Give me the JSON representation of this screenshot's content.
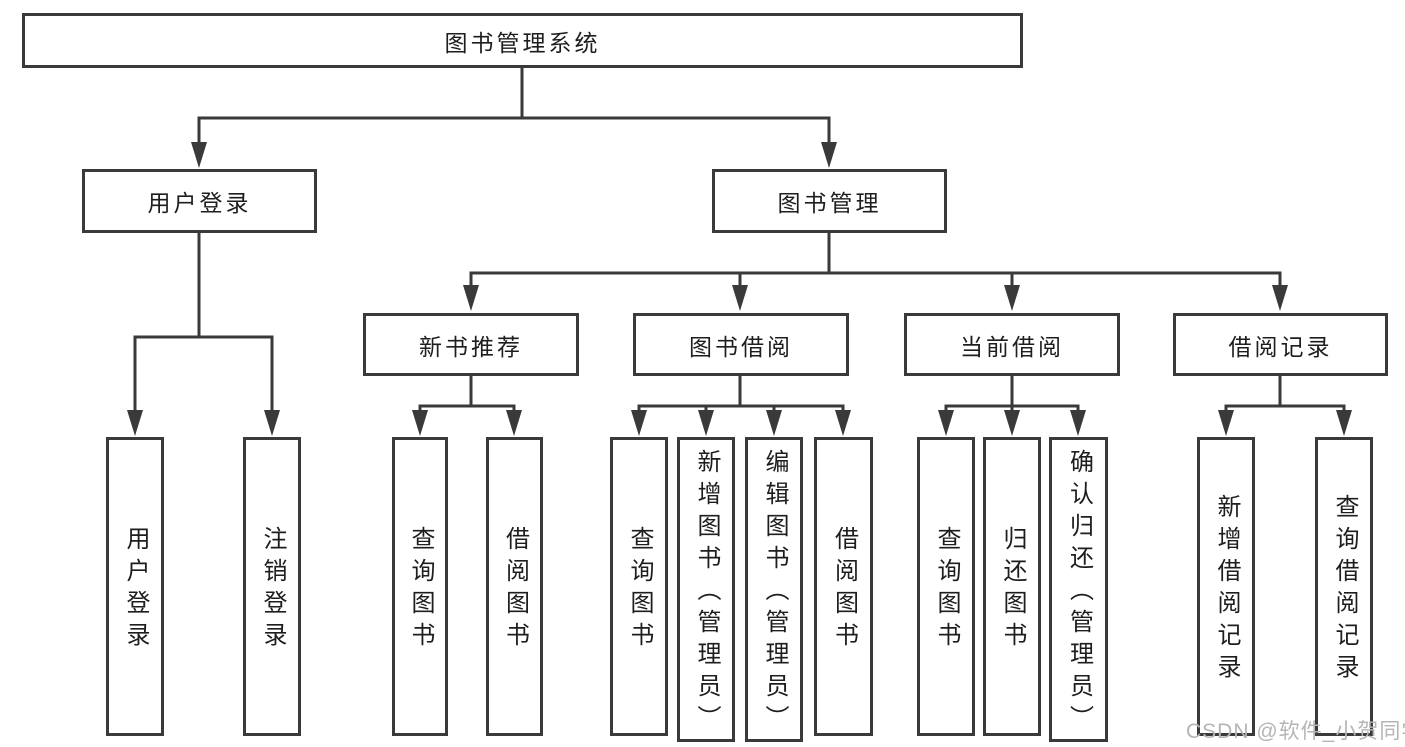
{
  "tree": {
    "root": {
      "label": "图书管理系统"
    },
    "branches": [
      {
        "label": "用户登录",
        "children": [
          {
            "label": "用户登录"
          },
          {
            "label": "注销登录"
          }
        ]
      },
      {
        "label": "图书管理",
        "children": [
          {
            "label": "新书推荐",
            "children": [
              {
                "label": "查询图书"
              },
              {
                "label": "借阅图书"
              }
            ]
          },
          {
            "label": "图书借阅",
            "children": [
              {
                "label": "查询图书"
              },
              {
                "label": "新增图书（管理员）"
              },
              {
                "label": "编辑图书（管理员）"
              },
              {
                "label": "借阅图书"
              }
            ]
          },
          {
            "label": "当前借阅",
            "children": [
              {
                "label": "查询图书"
              },
              {
                "label": "归还图书"
              },
              {
                "label": "确认归还（管理员）"
              }
            ]
          },
          {
            "label": "借阅记录",
            "children": [
              {
                "label": "新增借阅记录"
              },
              {
                "label": "查询借阅记录"
              }
            ]
          }
        ]
      }
    ]
  },
  "watermark": {
    "text": "CSDN @软件_小贺同学"
  },
  "colors": {
    "line": "#3a3a3a",
    "text": "#1e1e1e",
    "box_background": "#ffffff",
    "watermark": "#b5b5b5",
    "page_background": "#ffffff"
  }
}
